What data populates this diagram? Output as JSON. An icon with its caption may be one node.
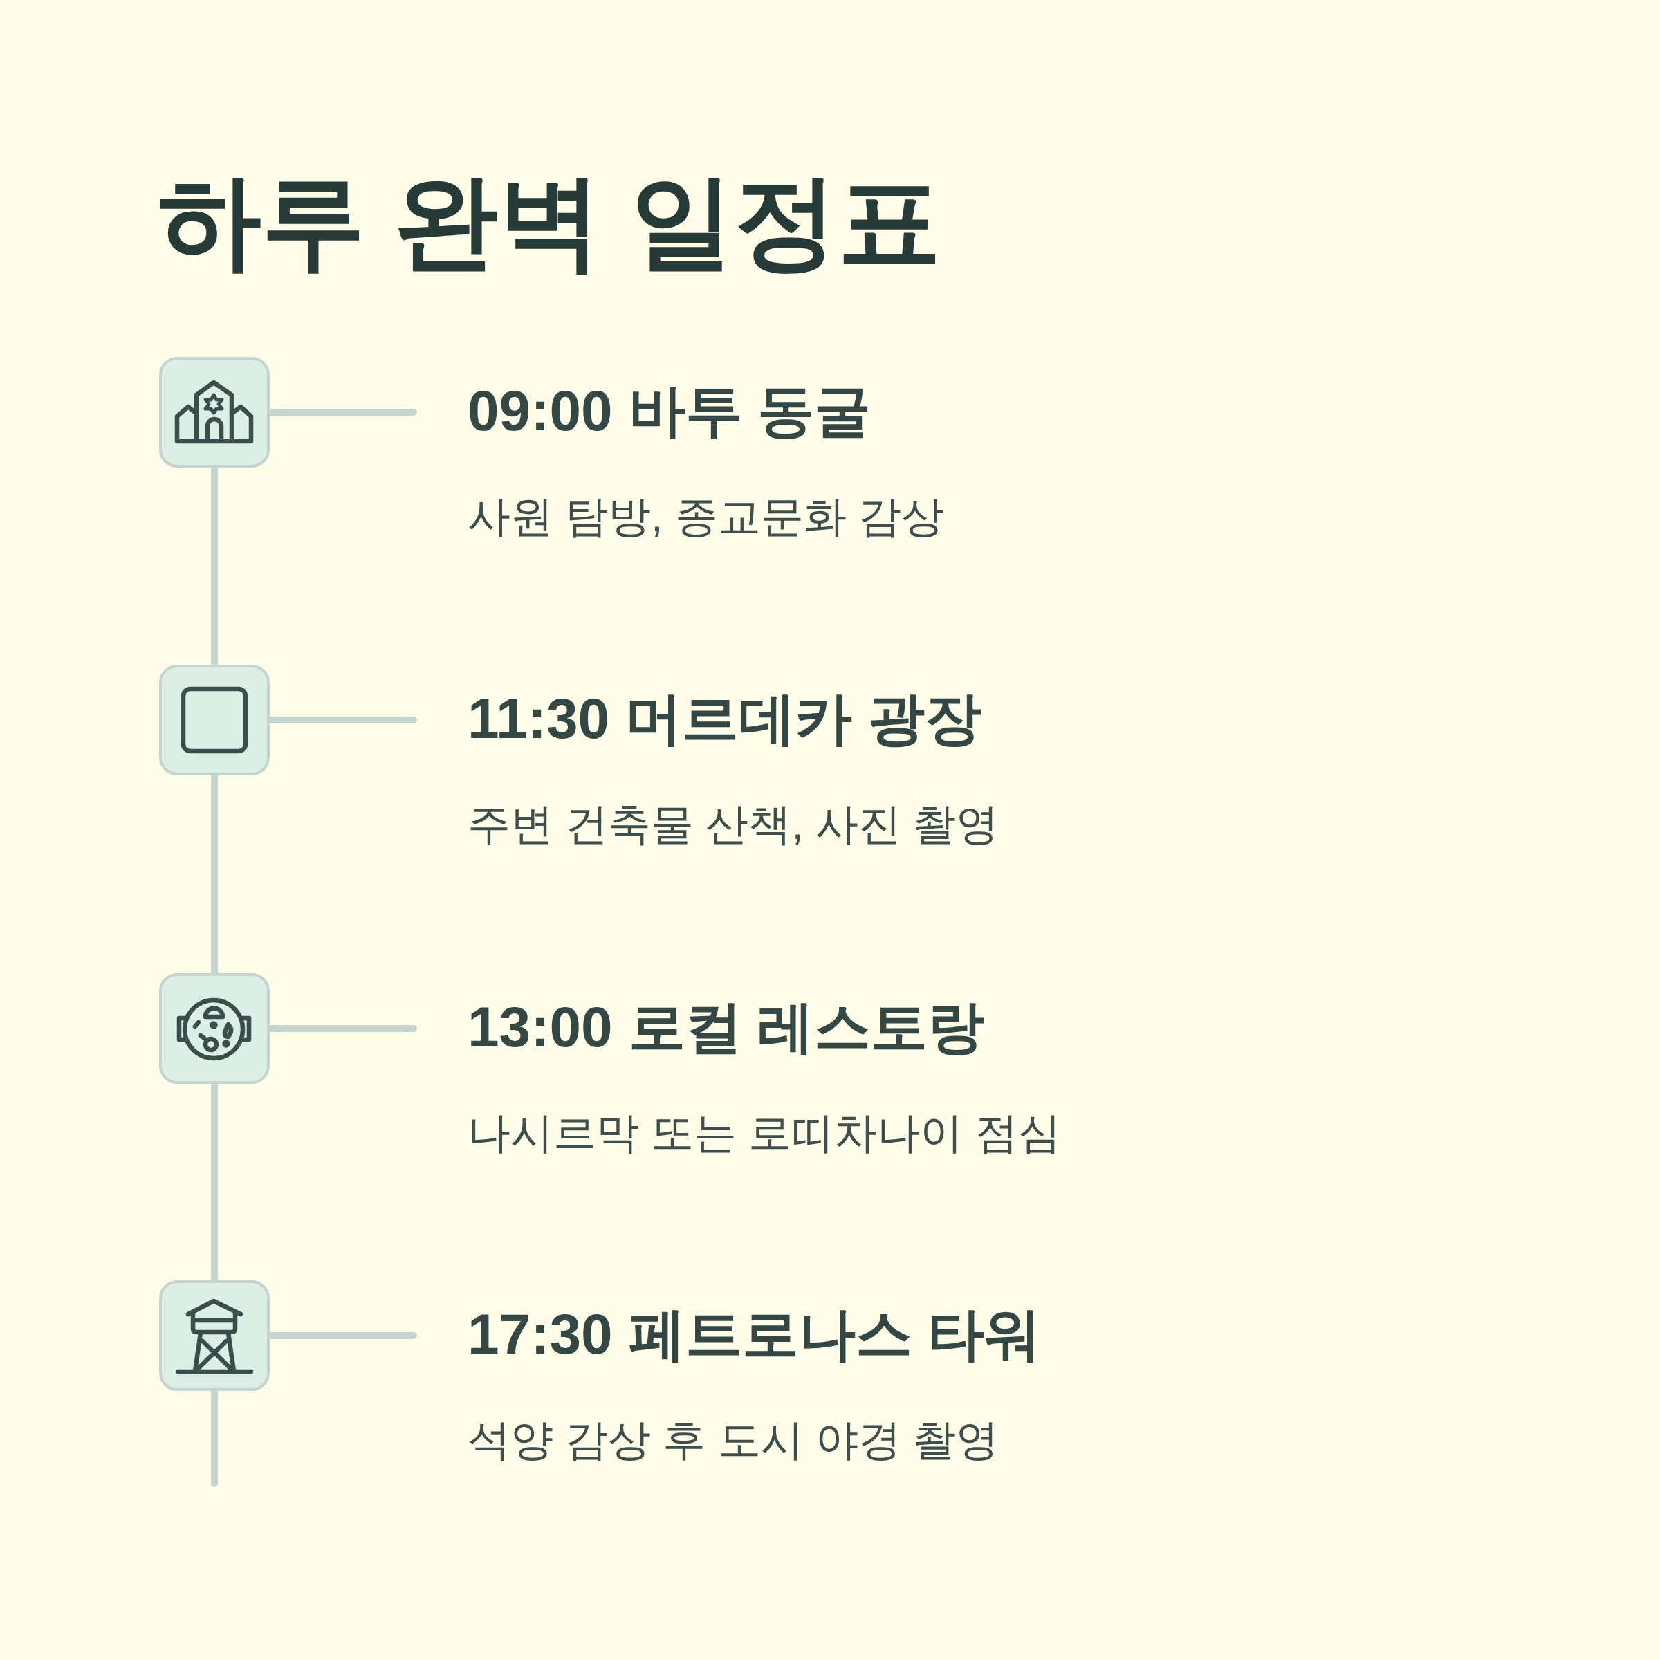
{
  "diagram": {
    "title": "하루 완벽 일정표",
    "nodes": [
      {
        "text": [],
        "shape": "box",
        "beside": [
          "09:00 바투 동굴",
          "사원 탐방, 종교문화 감상"
        ]
      },
      {
        "text": [],
        "shape": "box",
        "beside": [
          "11:30 머르데카 광장",
          "주변 건축물 산책, 사진 촬영"
        ]
      },
      {
        "text": [],
        "shape": "box",
        "beside": [
          "13:00 로컬 레스토랑",
          "나시르막 또는 로띠차나이 점심"
        ]
      },
      {
        "text": [],
        "shape": "box",
        "beside": [
          "17:30 페트로나스 타워",
          "석양 감상 후 도시 야경 촬영"
        ]
      }
    ],
    "edges": [
      {
        "from": 0,
        "to": 1,
        "arrow": "none"
      },
      {
        "from": 1,
        "to": 2,
        "arrow": "none"
      },
      {
        "from": 2,
        "to": 3,
        "arrow": "none"
      },
      {
        "from": 3,
        "to": null,
        "arrow": "none"
      },
      {
        "from": 0,
        "to": null,
        "arrow": "none"
      },
      {
        "from": 1,
        "to": null,
        "arrow": "none"
      },
      {
        "from": 2,
        "to": null,
        "arrow": "none"
      },
      {
        "from": 3,
        "to": null,
        "arrow": "none"
      }
    ]
  }
}
